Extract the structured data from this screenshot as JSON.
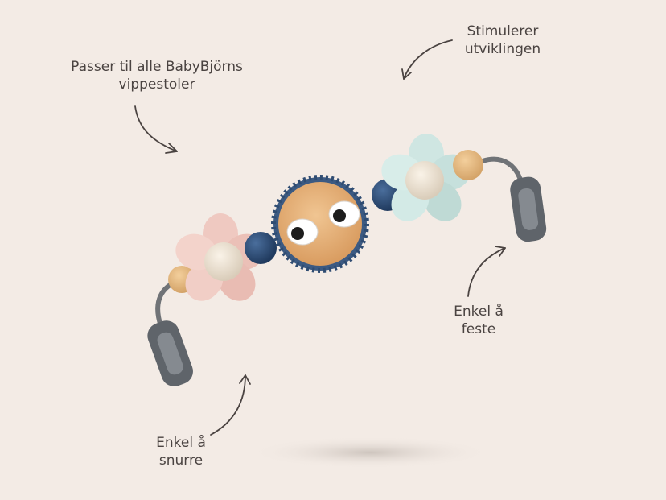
{
  "labels": {
    "fits_all": "Passer til alle BabyBjörns\nvippestoler",
    "development": "Stimulerer\nutviklingen",
    "easy_attach": "Enkel å\nfeste",
    "easy_spin": "Enkel å\nsnurre"
  },
  "colors": {
    "background": "#f3ebe5",
    "text": "#4a4341",
    "pink_flower": "#efc9c1",
    "mint_flower": "#cfe6e2",
    "wood": "#e3b07a",
    "navy_bead": "#2f4f7a",
    "clip": "#6b6f74"
  },
  "icons": [
    "curved-arrow-icon"
  ]
}
